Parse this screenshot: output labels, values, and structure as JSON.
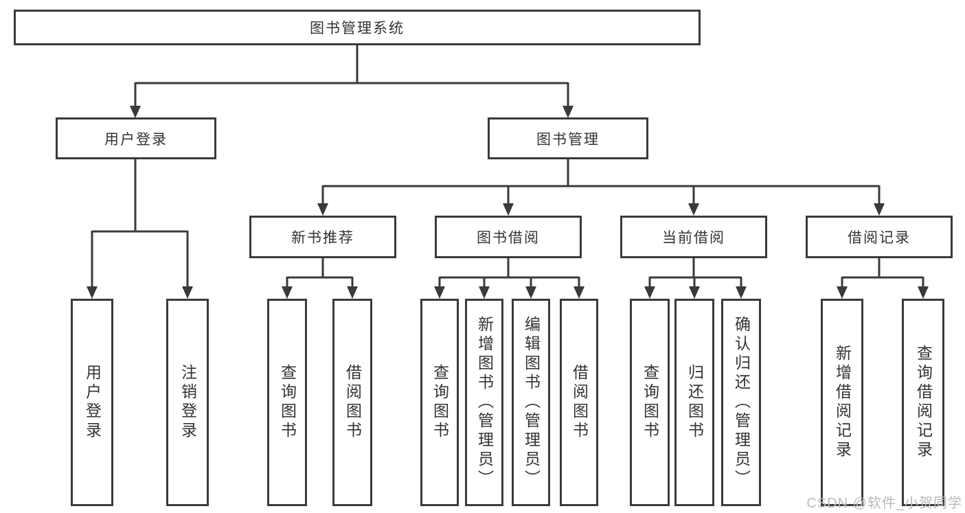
{
  "nodes": {
    "root": {
      "label": "图书管理系统"
    },
    "user_login": {
      "label": "用户登录"
    },
    "book_mgmt": {
      "label": "图书管理"
    },
    "new_book_rec": {
      "label": "新书推荐"
    },
    "book_borrow": {
      "label": "图书借阅"
    },
    "current_borrow": {
      "label": "当前借阅"
    },
    "borrow_record": {
      "label": "借阅记录"
    },
    "leaf_user_login": {
      "label": "用户登录"
    },
    "leaf_logout": {
      "label": "注销登录"
    },
    "leaf_query_book_rec": {
      "label": "查询图书"
    },
    "leaf_borrow_book_rec": {
      "label": "借阅图书"
    },
    "leaf_query_book_borrow": {
      "label": "查询图书"
    },
    "leaf_add_book_admin": {
      "label": "新增图书（管理员）"
    },
    "leaf_edit_book_admin": {
      "label": "编辑图书（管理员）"
    },
    "leaf_borrow_book_borrow": {
      "label": "借阅图书"
    },
    "leaf_query_book_current": {
      "label": "查询图书"
    },
    "leaf_return_book": {
      "label": "归还图书"
    },
    "leaf_confirm_return_admin": {
      "label": "确认归还（管理员）"
    },
    "leaf_add_borrow_record": {
      "label": "新增借阅记录"
    },
    "leaf_query_borrow_record": {
      "label": "查询借阅记录"
    }
  },
  "watermark": {
    "text": "CSDN @软件_小贺同学"
  },
  "colors": {
    "line": "#3a3a3a",
    "box_border": "#3a3a3a",
    "text": "#333333",
    "watermark": "#b9b9b9",
    "background": "#ffffff"
  }
}
